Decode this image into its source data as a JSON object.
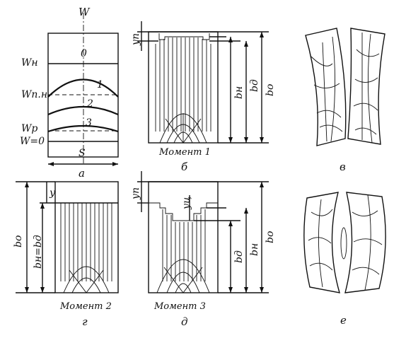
{
  "panel_a": {
    "axis_top": "W",
    "axis_bottom": "S",
    "zone_0": "0",
    "zone_1": "1",
    "zone_2": "2",
    "zone_3": "3",
    "w_n": "Wн",
    "w_pn": "Wп.н",
    "w_p": "Wр",
    "w_zero": "W=0",
    "letter": "а"
  },
  "panel_b": {
    "y_p": "уп",
    "b_n": "bн",
    "b_d": "bд",
    "b_o": "bо",
    "moment": "Момент 1",
    "letter": "б"
  },
  "panel_v": {
    "letter": "в"
  },
  "panel_g": {
    "y": "у",
    "b_o": "bо",
    "b_nd": "bн=bд",
    "moment": "Момент 2",
    "letter": "г"
  },
  "panel_d": {
    "y_p": "уп",
    "y_ts": "уц",
    "b_d": "bд",
    "b_n": "bн",
    "b_o": "bо",
    "moment": "Момент 3",
    "letter": "д"
  },
  "panel_e": {
    "letter": "е"
  }
}
